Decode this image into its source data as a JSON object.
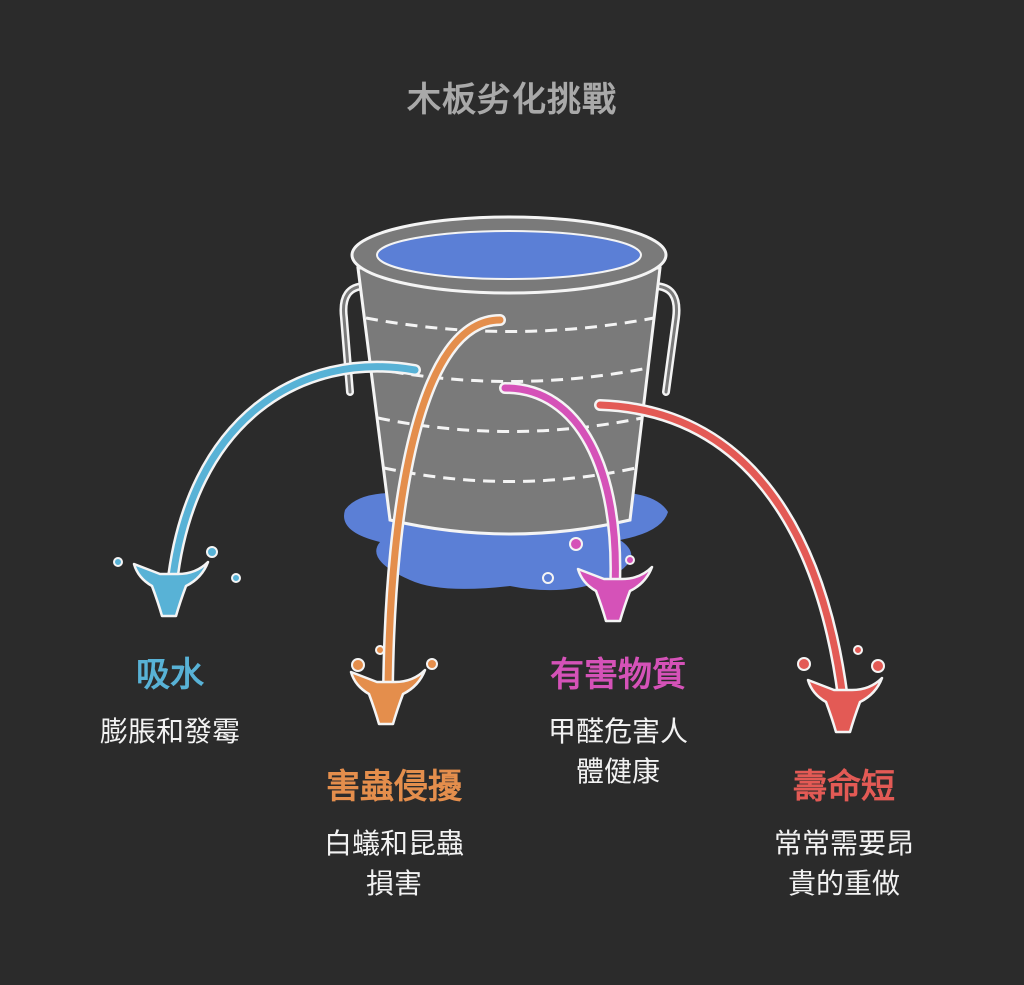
{
  "title": "木板劣化挑戰",
  "colors": {
    "background": "#2b2b2b",
    "bucket": "#7a7a7a",
    "water": "#5b7fd6",
    "outline": "#f4f4f4",
    "blue": "#58b2d6",
    "orange": "#e48e4c",
    "pink": "#d552b8",
    "red": "#e35a55"
  },
  "items": [
    {
      "heading": "吸水",
      "desc": [
        "膨脹和發霉"
      ],
      "color": "#58b2d6",
      "icon": "blue-stream-icon"
    },
    {
      "heading": "害蟲侵擾",
      "desc": [
        "白蟻和昆蟲",
        "損害"
      ],
      "color": "#e48e4c",
      "icon": "orange-stream-icon"
    },
    {
      "heading": "有害物質",
      "desc": [
        "甲醛危害人",
        "體健康"
      ],
      "color": "#d552b8",
      "icon": "pink-stream-icon"
    },
    {
      "heading": "壽命短",
      "desc": [
        "常常需要昂",
        "貴的重做"
      ],
      "color": "#e35a55",
      "icon": "red-stream-icon"
    }
  ]
}
